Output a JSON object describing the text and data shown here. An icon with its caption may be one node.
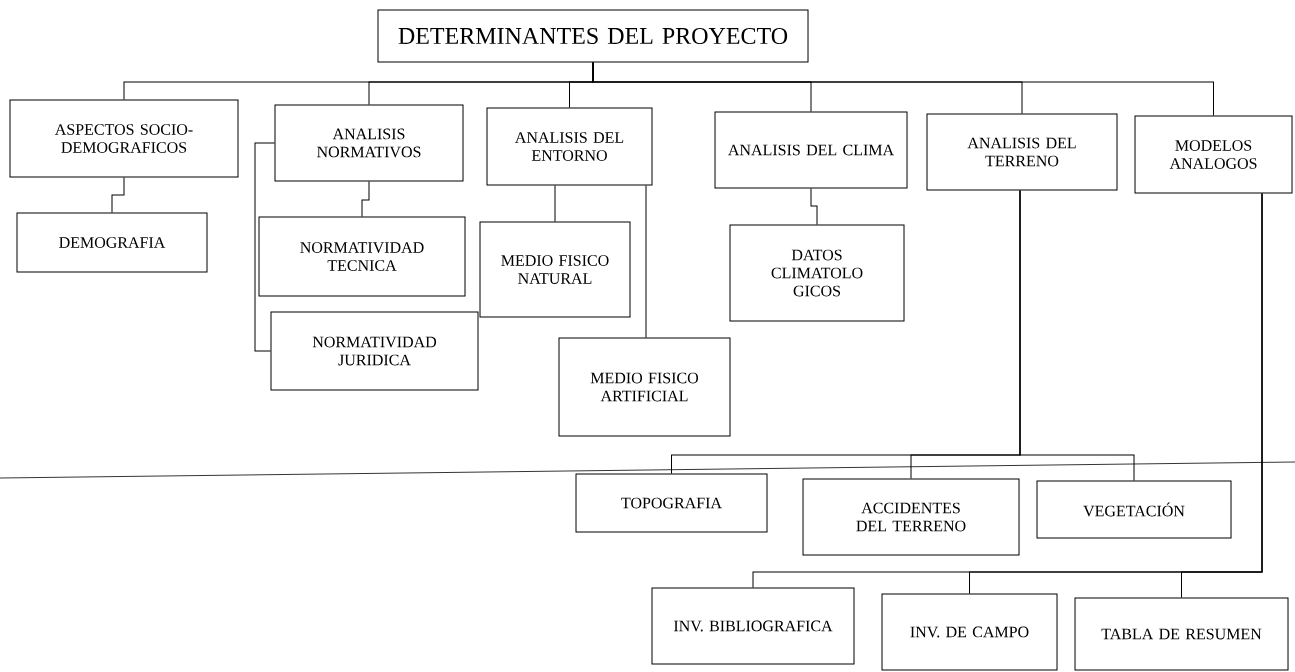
{
  "diagram": {
    "nodes": [
      {
        "text": [
          "DETERMINANTES DEL PROYECTO"
        ]
      },
      {
        "text": [
          "ASPECTOS SOCIO- DEMOGRAFICOS"
        ]
      },
      {
        "text": [
          "ANALISIS NORMATIVOS"
        ]
      },
      {
        "text": [
          "ANALISIS DEL ENTORNO"
        ]
      },
      {
        "text": [
          "ANALISIS DEL CLIMA"
        ]
      },
      {
        "text": [
          "ANALISIS DEL TERRENO"
        ]
      },
      {
        "text": [
          "MODELOS ANALOGOS"
        ]
      },
      {
        "text": [
          "DEMOGRAFIA"
        ]
      },
      {
        "text": [
          "NORMATIVIDAD TECNICA"
        ]
      },
      {
        "text": [
          "MEDIO FISICO NATURAL"
        ]
      },
      {
        "text": [
          "DATOS CLIMATOLO GICOS"
        ]
      },
      {
        "text": [
          "NORMATIVIDAD JURIDICA"
        ]
      },
      {
        "text": [
          "MEDIO FISICO ARTIFICIAL"
        ]
      },
      {
        "text": [
          "TOPOGRAFIA"
        ]
      },
      {
        "text": [
          "ACCIDENTES DEL TERRENO"
        ]
      },
      {
        "text": [
          "VEGETACIÓN"
        ]
      },
      {
        "text": [
          "INV. BIBLIOGRAFICA"
        ]
      },
      {
        "text": [
          "INV. DE CAMPO"
        ]
      },
      {
        "text": [
          "TABLA DE RESUMEN"
        ]
      }
    ],
    "edges": [
      {
        "from": 0,
        "to": 1,
        "arrow": "none"
      },
      {
        "from": 0,
        "to": 2,
        "arrow": "none"
      },
      {
        "from": 0,
        "to": 3,
        "arrow": "none"
      },
      {
        "from": 0,
        "to": 4,
        "arrow": "none"
      },
      {
        "from": 0,
        "to": 5,
        "arrow": "none"
      },
      {
        "from": 0,
        "to": 6,
        "arrow": "none"
      },
      {
        "from": 1,
        "to": 7,
        "arrow": "none"
      },
      {
        "from": 2,
        "to": 8,
        "arrow": "none"
      },
      {
        "from": 2,
        "to": 11,
        "arrow": "none"
      },
      {
        "from": 3,
        "to": 9,
        "arrow": "none"
      },
      {
        "from": 3,
        "to": 12,
        "arrow": "none"
      },
      {
        "from": 4,
        "to": 10,
        "arrow": "none"
      },
      {
        "from": 5,
        "to": 13,
        "arrow": "none"
      },
      {
        "from": 5,
        "to": 14,
        "arrow": "none"
      },
      {
        "from": 5,
        "to": 15,
        "arrow": "none"
      },
      {
        "from": 6,
        "to": 16,
        "arrow": "none"
      },
      {
        "from": 6,
        "to": 17,
        "arrow": "none"
      },
      {
        "from": 6,
        "to": 18,
        "arrow": "none"
      }
    ]
  }
}
